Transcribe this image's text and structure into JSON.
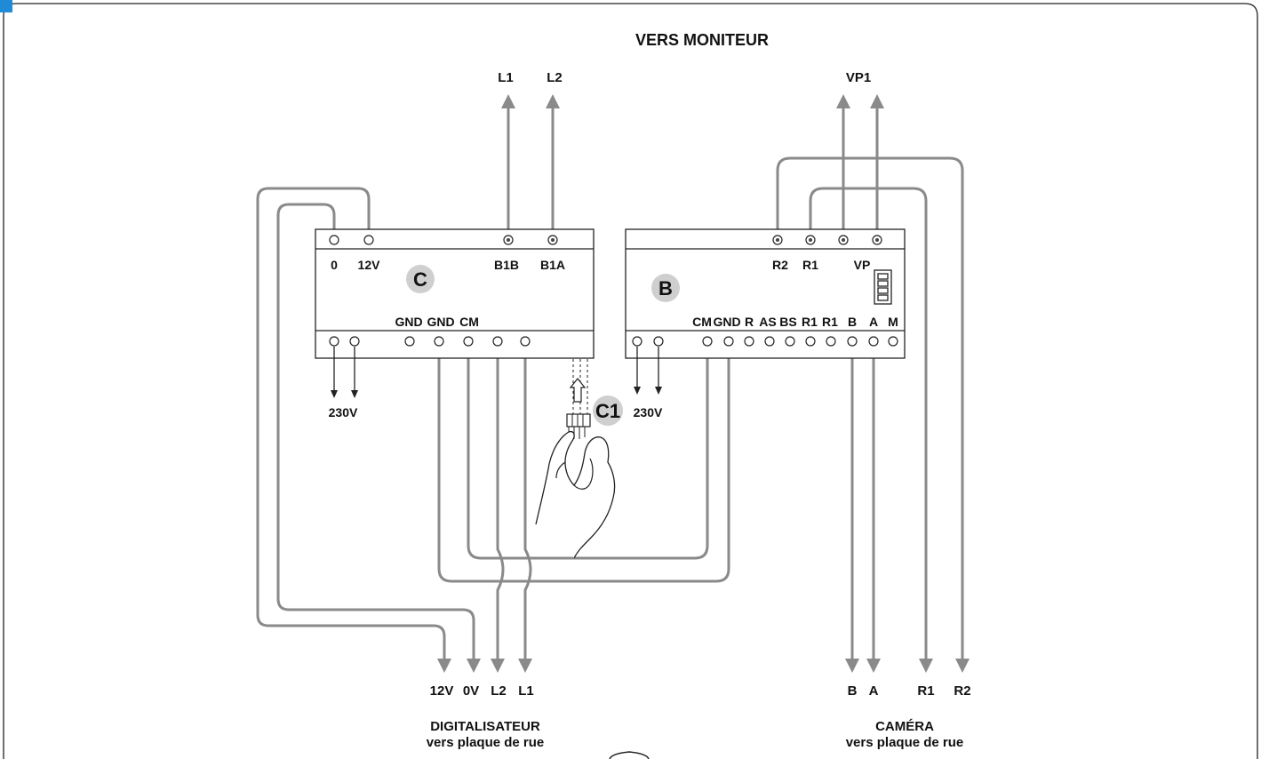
{
  "title": "VERS MONITEUR",
  "top_outputs": {
    "l1": "L1",
    "l2": "L2",
    "vp1": "VP1"
  },
  "module_c": {
    "badge": "C",
    "top_terminals": [
      "0",
      "12V",
      "B1B",
      "B1A"
    ],
    "bottom_terminals": [
      "GND",
      "GND",
      "CM"
    ],
    "power": "230V"
  },
  "module_b": {
    "badge": "B",
    "top_terminals": [
      "R2",
      "R1",
      "VP"
    ],
    "bottom_terminals": [
      "CM",
      "GND",
      "R",
      "AS",
      "BS",
      "R1",
      "R1",
      "B",
      "A",
      "M"
    ],
    "power": "230V"
  },
  "connector": {
    "badge": "C1"
  },
  "bottom_left": {
    "wires": [
      "12V",
      "0V",
      "L2",
      "L1"
    ],
    "title": "DIGITALISATEUR",
    "subtitle": "vers plaque de rue"
  },
  "bottom_right": {
    "wires": [
      "B",
      "A",
      "R1",
      "R2"
    ],
    "title": "CAMÉRA",
    "subtitle": "vers plaque de rue"
  },
  "colors": {
    "wire": "#8a8a8a",
    "badge": "#cfcfcf",
    "corner_tab": "#1f8ad6"
  }
}
